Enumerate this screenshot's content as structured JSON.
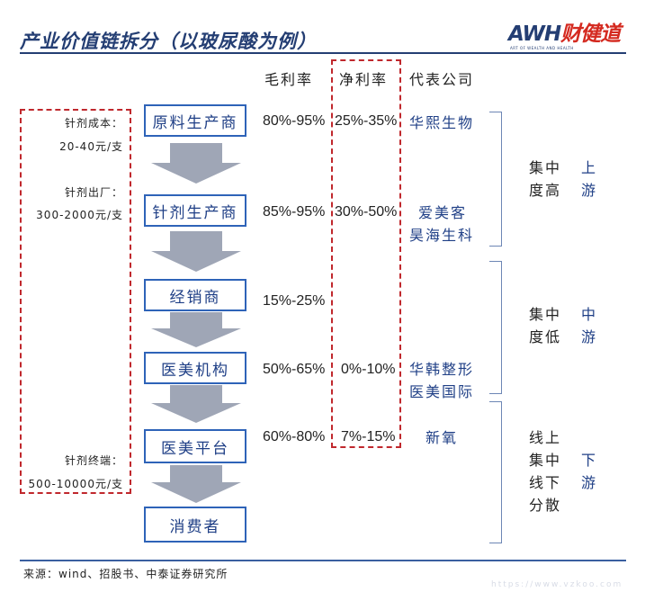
{
  "title": "产业价值链拆分（以玻尿酸为例）",
  "logo": {
    "main_a": "AWH",
    "main_b": "财健道",
    "tagline": "ART OF WEALTH AND HEALTH"
  },
  "headers": {
    "gross": "毛利率",
    "net": "净利率",
    "company": "代表公司"
  },
  "stages": [
    {
      "name": "原料生产商",
      "gross": "80%-95%",
      "net": "25%-35%",
      "companies": [
        "华熙生物"
      ]
    },
    {
      "name": "针剂生产商",
      "gross": "85%-95%",
      "net": "30%-50%",
      "companies": [
        "爱美客",
        "昊海生科"
      ]
    },
    {
      "name": "经销商",
      "gross": "15%-25%",
      "net": "",
      "companies": []
    },
    {
      "name": "医美机构",
      "gross": "50%-65%",
      "net": "0%-10%",
      "companies": [
        "华韩整形",
        "医美国际"
      ]
    },
    {
      "name": "医美平台",
      "gross": "60%-80%",
      "net": "7%-15%",
      "companies": [
        "新氧"
      ]
    },
    {
      "name": "消费者",
      "gross": "",
      "net": "",
      "companies": []
    }
  ],
  "costs": [
    {
      "label": "针剂成本：",
      "value": "20-40元/支"
    },
    {
      "label": "针剂出厂：",
      "value": "300-2000元/支"
    },
    {
      "label": "针剂终端：",
      "value": "500-10000元/支"
    }
  ],
  "segments": [
    {
      "concentration": [
        "集中",
        "度高"
      ],
      "position": [
        "上",
        "游"
      ]
    },
    {
      "concentration": [
        "集中",
        "度低"
      ],
      "position": [
        "中",
        "游"
      ]
    },
    {
      "concentration": [
        "线上",
        "集中",
        "线下",
        "分散"
      ],
      "position": [
        "下",
        "游"
      ]
    }
  ],
  "source": "来源：wind、招股书、中泰证券研究所",
  "watermark": "https://www.vzkoo.com",
  "colors": {
    "accent": "#243e73",
    "box_border": "#2e63b8",
    "dash": "#c0282d",
    "arrow": "#9fa6b6"
  }
}
